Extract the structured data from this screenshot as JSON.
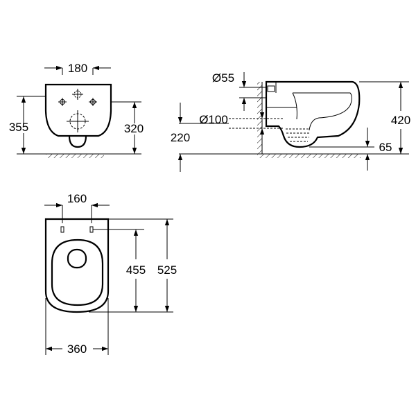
{
  "front_view": {
    "width_label": "180",
    "height_label": "355",
    "inlet_height_label": "320"
  },
  "side_view": {
    "pipe_small_label": "Ø55",
    "pipe_large_label": "Ø100",
    "outlet_height_label": "220",
    "total_height_label": "420",
    "floor_gap_label": "65"
  },
  "top_view": {
    "hole_spacing_label": "160",
    "inner_length_label": "455",
    "total_length_label": "525",
    "width_label": "360"
  }
}
